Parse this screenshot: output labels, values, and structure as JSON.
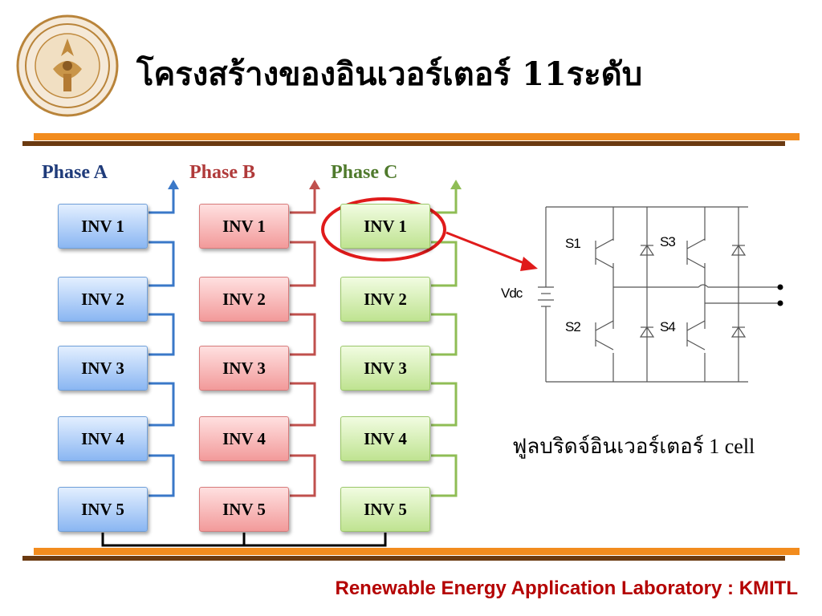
{
  "header": {
    "title": "โครงสร้างของอินเวอร์เตอร์ 11ระดับ"
  },
  "phases": [
    {
      "label": "Phase A",
      "color": "#1f3b7a"
    },
    {
      "label": "Phase B",
      "color": "#b03a3a"
    },
    {
      "label": "Phase C",
      "color": "#4f7a2c"
    }
  ],
  "inverters": {
    "phase_a": [
      "INV 1",
      "INV 2",
      "INV 3",
      "INV 4",
      "INV 5"
    ],
    "phase_b": [
      "INV 1",
      "INV 2",
      "INV 3",
      "INV 4",
      "INV 5"
    ],
    "phase_c": [
      "INV 1",
      "INV 2",
      "INV 3",
      "INV 4",
      "INV 5"
    ]
  },
  "circuit": {
    "switches": [
      "S1",
      "S3",
      "S2",
      "S4"
    ],
    "source": "Vdc",
    "caption": "ฟูลบริดจ์อินเวอร์เตอร์ 1 cell"
  },
  "colors": {
    "accent_orange": "#f28c1e",
    "accent_brown": "#6b3a10",
    "wire_a": "#3a78c8",
    "wire_b": "#c0504d",
    "wire_c": "#8fbd55",
    "highlight": "#e01b1b"
  },
  "footer": {
    "text": "Renewable Energy Application Laboratory : KMITL"
  }
}
